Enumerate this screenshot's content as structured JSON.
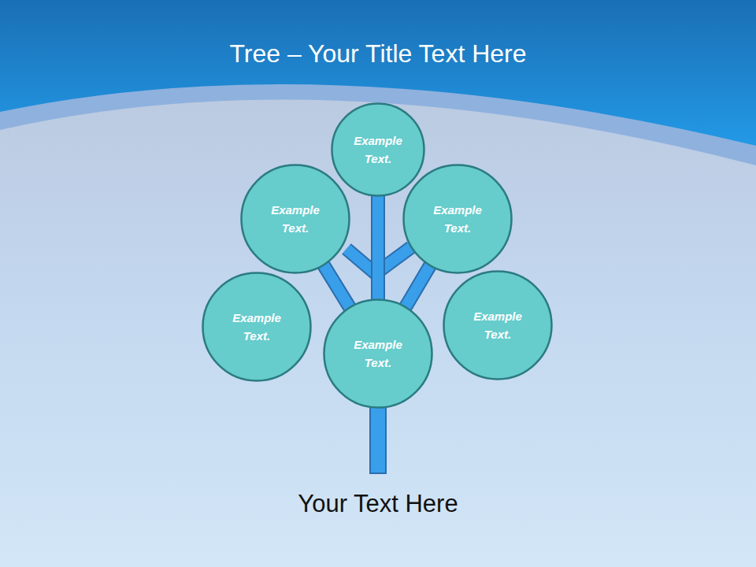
{
  "diagram": {
    "title": "Tree – Your Title Text Here",
    "caption": "Your Text Here",
    "nodes": [
      {
        "text": [
          "Example Text."
        ]
      },
      {
        "text": [
          "Example Text."
        ]
      },
      {
        "text": [
          "Example Text."
        ]
      },
      {
        "text": [
          "Example Text."
        ]
      },
      {
        "text": [
          "Example Text."
        ]
      },
      {
        "text": [
          "Example Text."
        ]
      }
    ],
    "edges": [
      {
        "from": 4,
        "to": 0,
        "arrow": "none"
      },
      {
        "from": 4,
        "to": 1,
        "arrow": "none"
      },
      {
        "from": 4,
        "to": 2,
        "arrow": "none"
      }
    ]
  }
}
